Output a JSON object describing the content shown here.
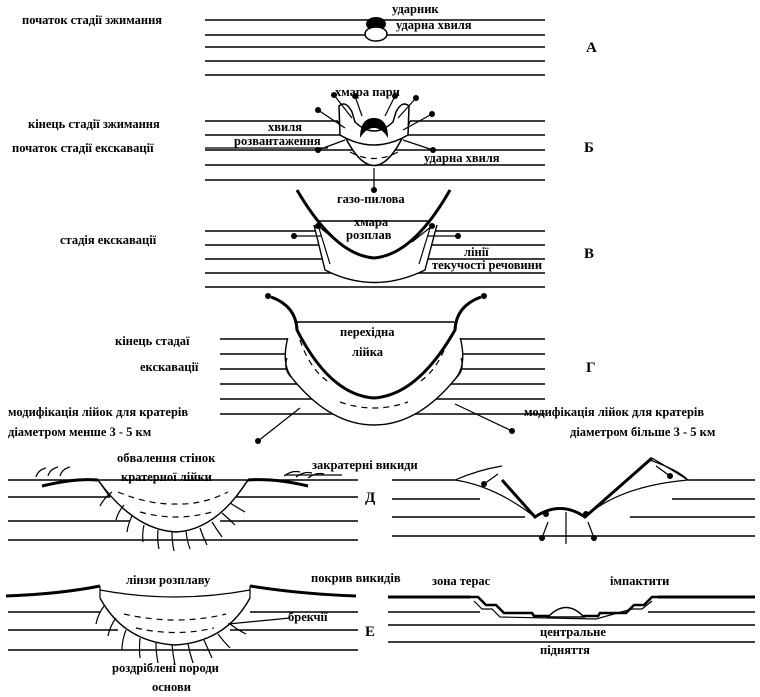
{
  "labels": {
    "a_start_compression": "початок стадії зжимання",
    "a_impactor": "ударник",
    "a_shock_wave": "ударна хвиля",
    "b_vapor_cloud": "хмара пари",
    "b_end_compression": "кінець стадії зжимання",
    "b_start_excavation": "початок стадії екскавації",
    "b_wave": "хвиля",
    "b_unloading": "розвантаження",
    "b_shock_wave": "ударна хвиля",
    "v_gas_dust": "газо-пилова",
    "v_cloud": "хмара",
    "v_melt": "розплав",
    "v_excavation_stage": "стадія екскавації",
    "v_lines": "лінії",
    "v_flow": "текучості речовини",
    "g_end_excavation_1": "кінець стадаї",
    "g_end_excavation_2": "екскавації",
    "g_transient_1": "перехідна",
    "g_transient_2": "лійка",
    "mod_left_1": "модифікація лійок для кратерів",
    "mod_left_2": "діаметром менше 3 - 5 км",
    "mod_right_1": "модифікація лійок для кратерів",
    "mod_right_2": "діаметром більше 3 - 5 км",
    "d_collapse_1": "обвалення стінок",
    "d_collapse_2": "кратерної лійки",
    "d_ejecta": "закратерні викиди",
    "e_melt_lenses": "лінзи розплаву",
    "e_ejecta_cover": "покрив викидів",
    "e_breccia": "брекчії",
    "e_crushed_1": "роздріблені породи",
    "e_crushed_2": "основи",
    "e_terrace": "зона терас",
    "e_impactites": "імпактити",
    "e_central_1": "центральне",
    "e_central_2": "підняття"
  },
  "stages": {
    "a": "А",
    "b": "Б",
    "v": "В",
    "g": "Г",
    "d": "Д",
    "e": "Е"
  }
}
